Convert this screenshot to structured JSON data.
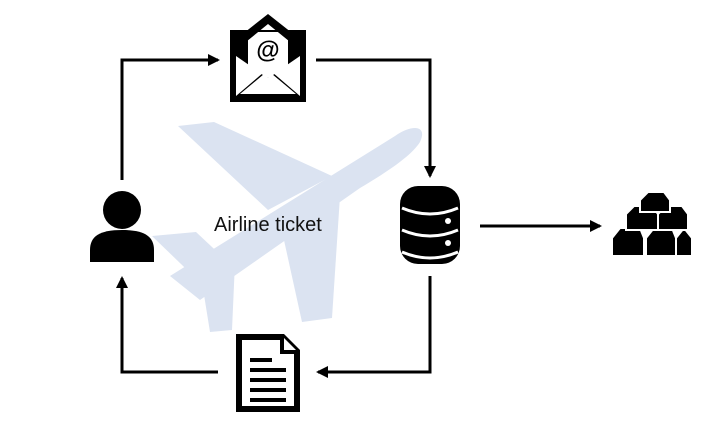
{
  "diagram": {
    "center_label": "Airline ticket",
    "nodes": [
      {
        "id": "user",
        "icon": "user-icon"
      },
      {
        "id": "email",
        "icon": "email-at-icon"
      },
      {
        "id": "database",
        "icon": "database-icon"
      },
      {
        "id": "gold",
        "icon": "gold-bars-icon"
      },
      {
        "id": "document",
        "icon": "document-icon"
      }
    ],
    "edges": [
      {
        "from": "user",
        "to": "email"
      },
      {
        "from": "email",
        "to": "database"
      },
      {
        "from": "database",
        "to": "gold"
      },
      {
        "from": "database",
        "to": "document"
      },
      {
        "from": "document",
        "to": "user"
      }
    ],
    "background_icon": "airplane-icon",
    "colors": {
      "icon": "#000000",
      "airplane": "#dbe3f1"
    }
  }
}
